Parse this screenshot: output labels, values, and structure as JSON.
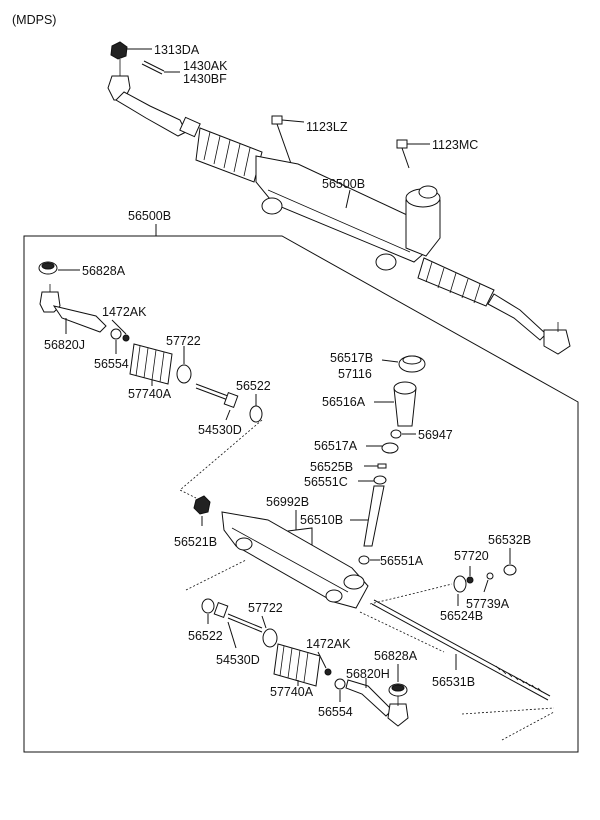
{
  "header": {
    "variant": "(MDPS)"
  },
  "labels": {
    "top_assembly": "56500B",
    "box_assembly": "56500B",
    "p1313DA": "1313DA",
    "p1430AK": "1430AK",
    "p1430BF": "1430BF",
    "p1123LZ": "1123LZ",
    "p1123MC": "1123MC",
    "p56828A_top": "56828A",
    "p56820J": "56820J",
    "p1472AK_top": "1472AK",
    "p56554_top": "56554",
    "p57722_top": "57722",
    "p57740A_top": "57740A",
    "p56522_top": "56522",
    "p54530D_top": "54530D",
    "p56517B": "56517B",
    "p57116": "57116",
    "p56516A": "56516A",
    "p56517A": "56517A",
    "p56947": "56947",
    "p56525B": "56525B",
    "p56551C": "56551C",
    "p56992B": "56992B",
    "p56510B": "56510B",
    "p56521B": "56521B",
    "p56551A": "56551A",
    "p57720": "57720",
    "p56532B": "56532B",
    "p56524B": "56524B",
    "p57739A": "57739A",
    "p56522_bot": "56522",
    "p57722_bot": "57722",
    "p54530D_bot": "54530D",
    "p1472AK_bot": "1472AK",
    "p56828A_bot": "56828A",
    "p56820H": "56820H",
    "p57740A_bot": "57740A",
    "p56554_bot": "56554",
    "p56531B": "56531B"
  }
}
